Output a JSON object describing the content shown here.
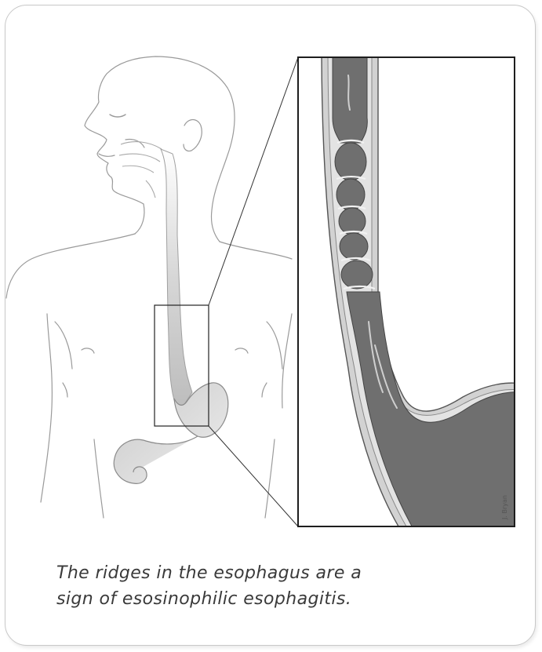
{
  "caption": {
    "line1": "The ridges in the esophagus are a",
    "line2": "sign of esosinophilic esophagitis."
  },
  "signature": "J. Bryan",
  "colors": {
    "outline": "#8a8a8a",
    "tissue_dark": "#6f6f6f",
    "tissue_light": "#c9c9c9",
    "ring_highlight": "#e2e2e2",
    "frame": "#1e1e1e"
  }
}
